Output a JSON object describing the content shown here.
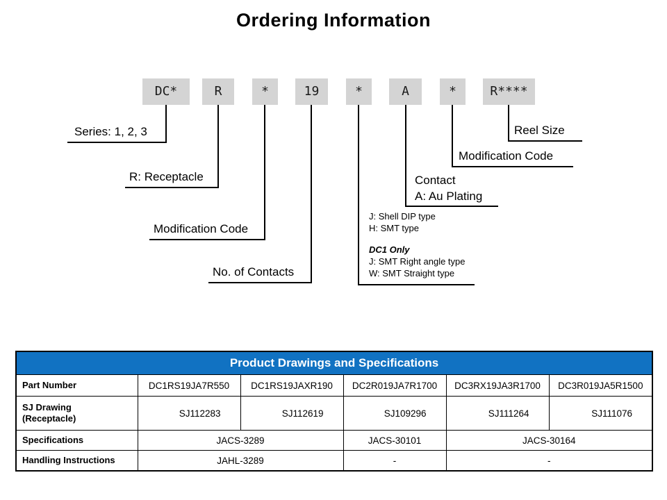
{
  "title": "Ordering Information",
  "diagram": {
    "boxes": [
      {
        "label": "DC*"
      },
      {
        "label": "R"
      },
      {
        "label": "*"
      },
      {
        "label": "19"
      },
      {
        "label": "*"
      },
      {
        "label": "A"
      },
      {
        "label": "*"
      },
      {
        "label": "R****"
      }
    ],
    "callouts": {
      "series": "Series: 1, 2, 3",
      "receptacle": "R: Receptacle",
      "mod_code_left": "Modification Code",
      "contacts": "No. of Contacts",
      "shell_dip": "J: Shell DIP type",
      "smt": "H: SMT type",
      "dc1_only": "DC1 Only",
      "smt_right_angle": "J: SMT Right angle type",
      "smt_straight": "W: SMT Straight type",
      "contact": "Contact\nA: Au Plating",
      "mod_code_right": "Modification Code",
      "reel_size": "Reel Size"
    }
  },
  "table": {
    "title": "Product Drawings and Specifications",
    "header_bg": "#1172c2",
    "rows": {
      "part_number": {
        "label": "Part Number",
        "values": [
          "DC1RS19JA7R550",
          "DC1RS19JAXR190",
          "DC2R019JA7R1700",
          "DC3RX19JA3R1700",
          "DC3R019JA5R1500"
        ]
      },
      "sj_drawing": {
        "label": "SJ Drawing\n(Receptacle)",
        "values": [
          "SJ112283",
          "SJ112619",
          "SJ109296",
          "SJ111264",
          "SJ111076"
        ]
      },
      "specifications": {
        "label": "Specifications",
        "values": [
          "JACS-3289",
          "JACS-30101",
          "JACS-30164"
        ]
      },
      "handling": {
        "label": "Handling Instructions",
        "values": [
          "JAHL-3289",
          "-",
          "-"
        ]
      }
    }
  }
}
